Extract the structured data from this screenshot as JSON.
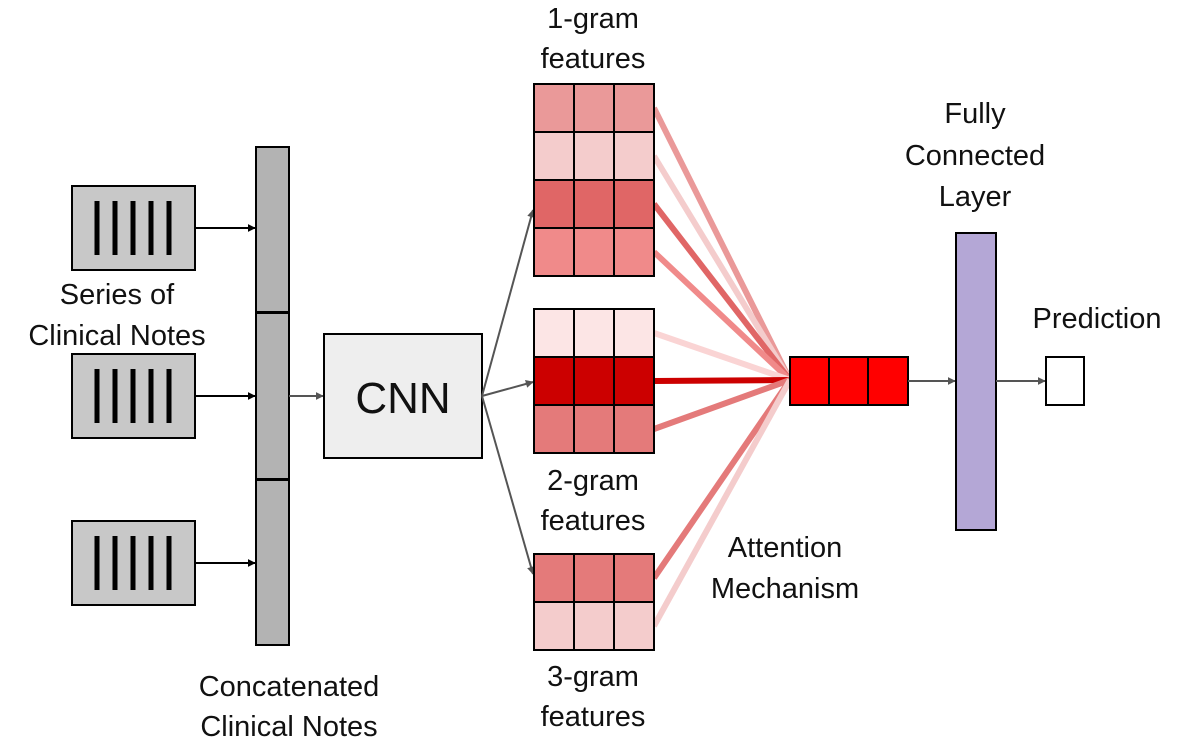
{
  "labels": {
    "series_line1": "Series of",
    "series_line2": "Clinical Notes",
    "concat_line1": "Concatenated",
    "concat_line2": "Clinical Notes",
    "cnn": "CNN",
    "unigram_line1": "1-gram",
    "unigram_line2": "features",
    "bigram_line1": "2-gram",
    "bigram_line2": "features",
    "trigram_line1": "3-gram",
    "trigram_line2": "features",
    "attention_line1": "Attention",
    "attention_line2": "Mechanism",
    "fc_line1": "Fully",
    "fc_line2": "Connected",
    "fc_line3": "Layer",
    "prediction": "Prediction"
  },
  "colors": {
    "note_fill": "#c8c8c8",
    "concat_fill": "#b3b3b3",
    "cnn_fill": "#eeeeee",
    "fc_fill": "#b4a7d6",
    "attention_vector": "#ff0000",
    "arrow": "#555555"
  },
  "feature_maps": {
    "unigram_rows": [
      "#ea9999",
      "#f4cccc",
      "#e06666",
      "#f08a8a"
    ],
    "bigram_rows": [
      "#fce5e5",
      "#cc0000",
      "#e47a7a"
    ],
    "trigram_rows": [
      "#e47a7a",
      "#f4cccc"
    ]
  }
}
